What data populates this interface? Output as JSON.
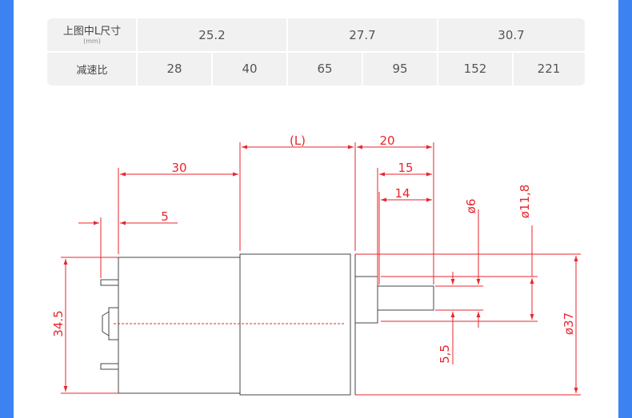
{
  "table": {
    "header_label": "上图中L尺寸",
    "header_unit": "(mm)",
    "row2_label": "减速比",
    "l_values": [
      "25.2",
      "27.7",
      "30.7"
    ],
    "ratios": [
      "28",
      "40",
      "65",
      "95",
      "152",
      "221"
    ]
  },
  "drawing": {
    "dim_L": "(L)",
    "dim_20": "20",
    "dim_15": "15",
    "dim_14": "14",
    "dim_30": "30",
    "dim_5": "5",
    "dim_phi6": "ø6",
    "dim_phi118": "ø11,8",
    "dim_345": "34.5",
    "dim_55": "5,5",
    "dim_phi37": "ø37",
    "line_color": "#e8262e",
    "outline_color": "#444444"
  }
}
